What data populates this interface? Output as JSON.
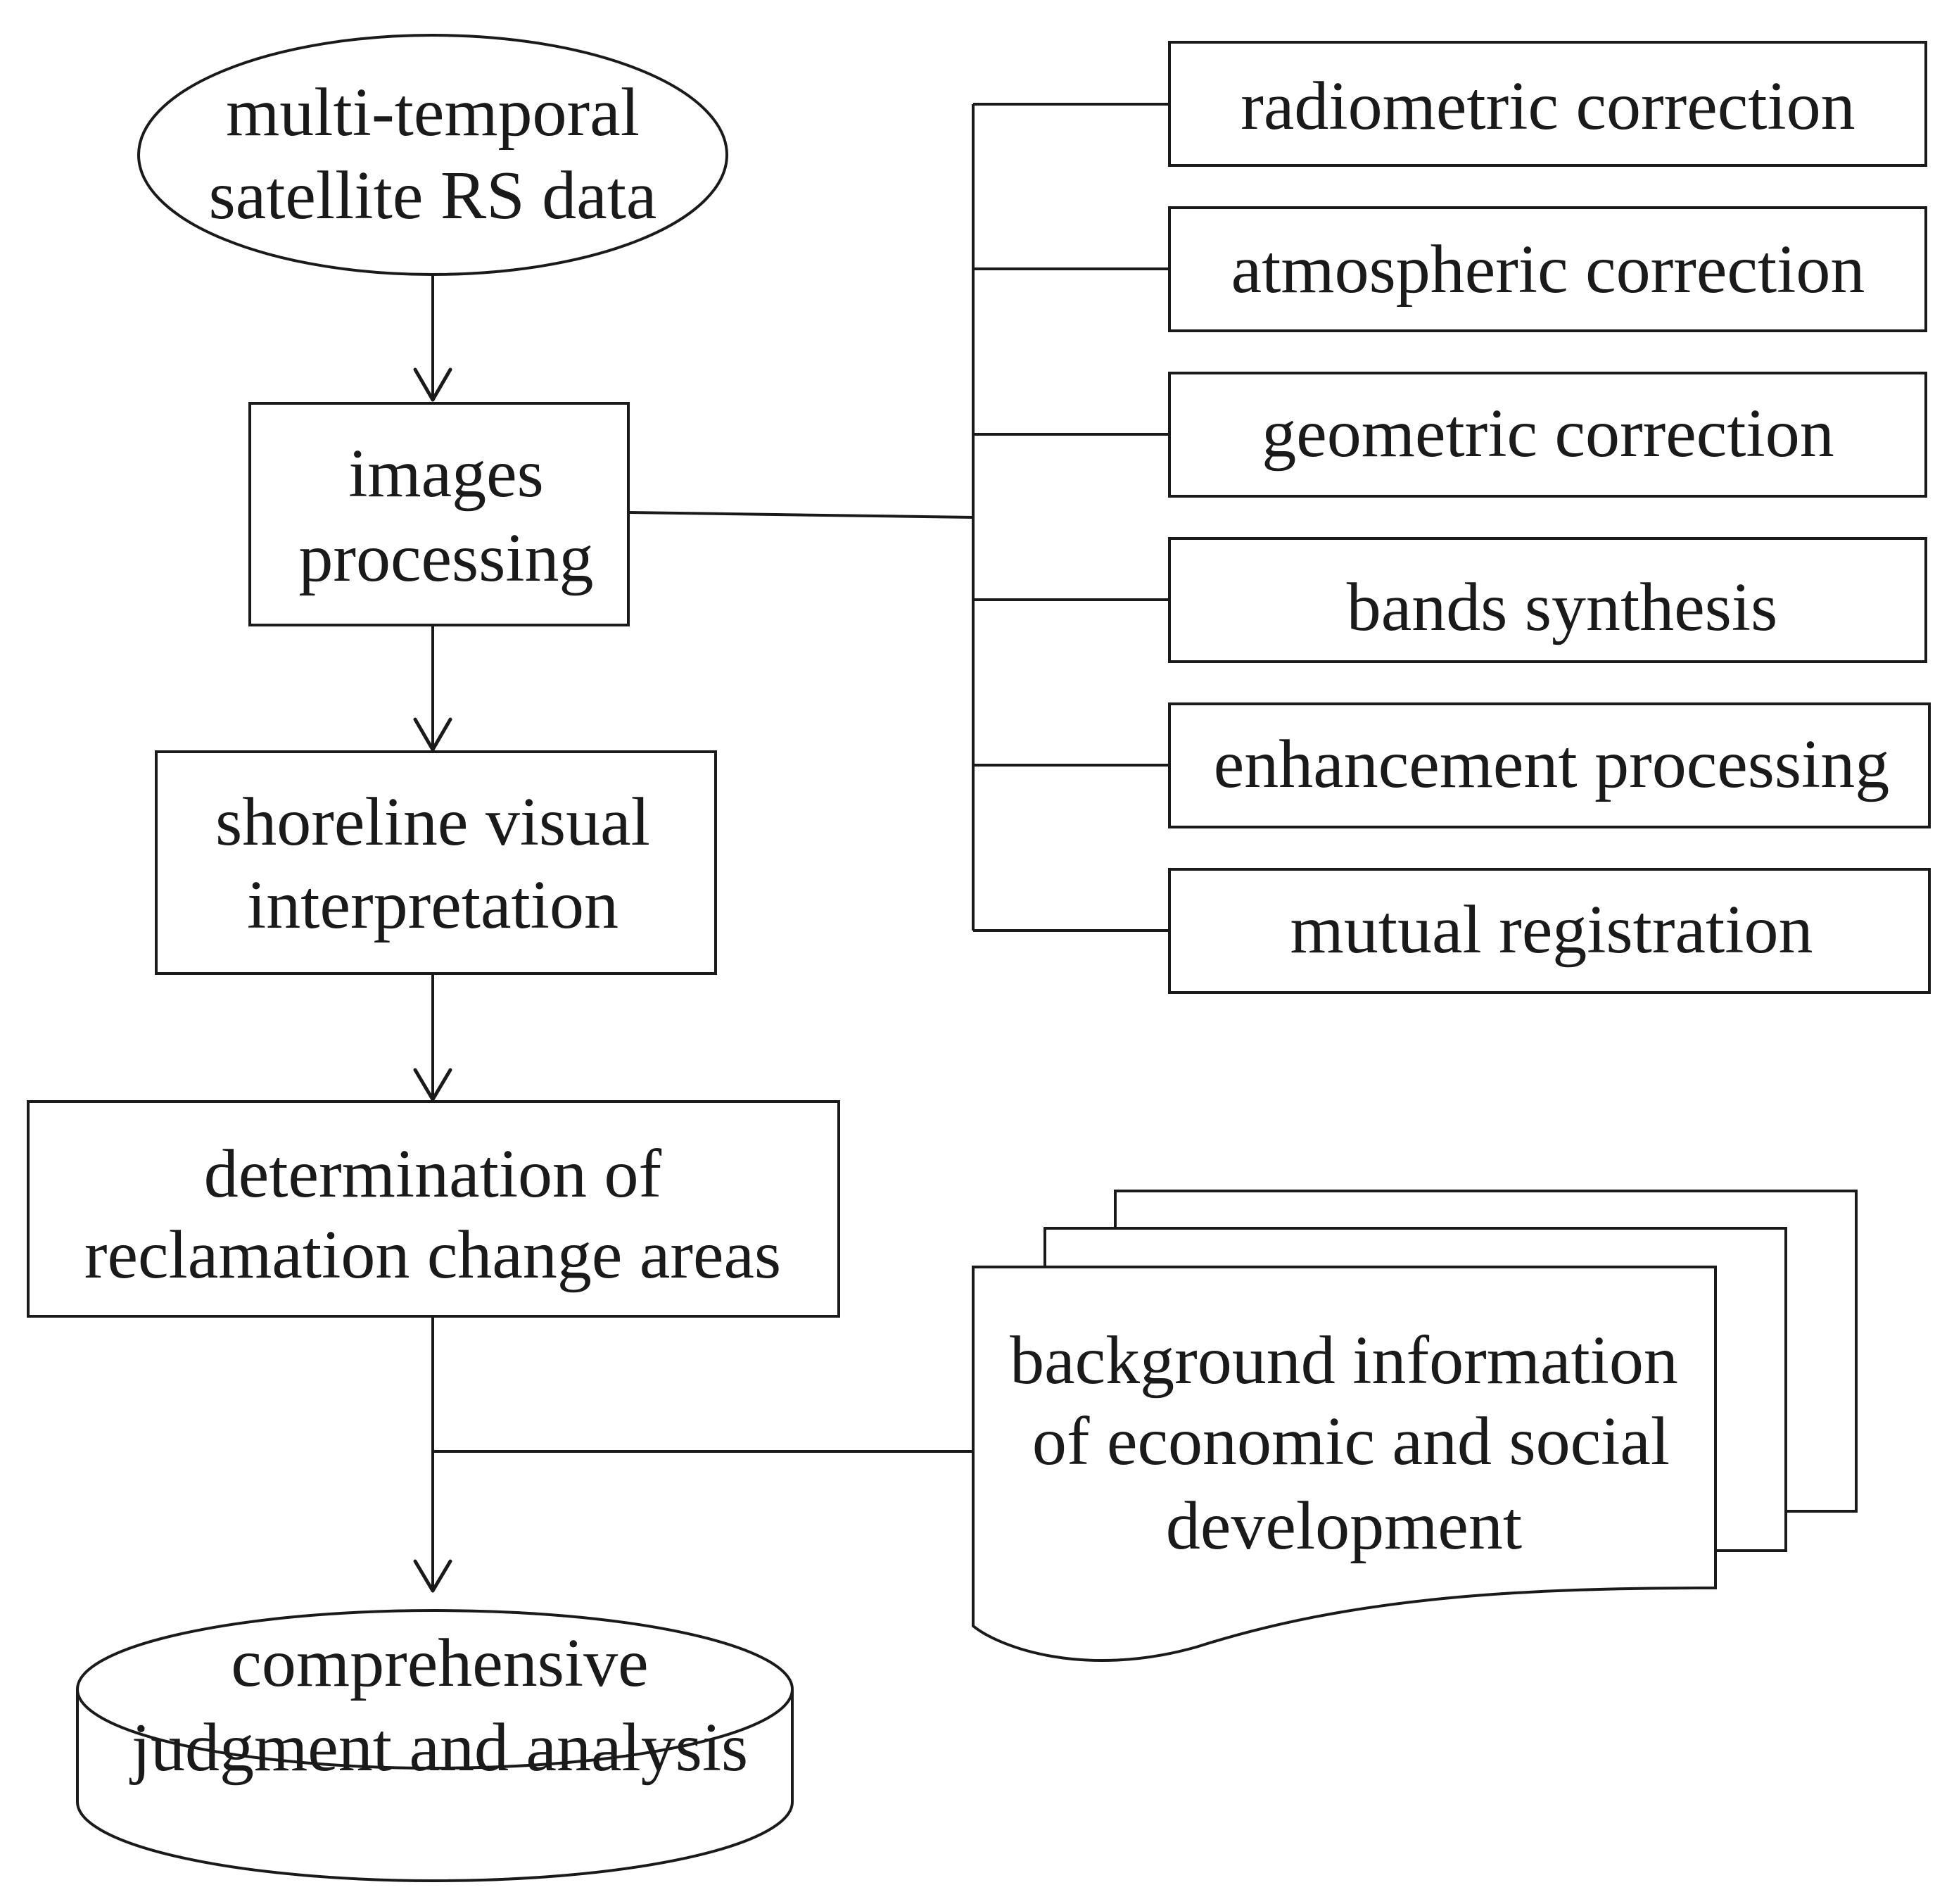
{
  "nodes": {
    "source": {
      "line1": "multi-temporal",
      "line2": "satellite RS data"
    },
    "processing": {
      "line1": "images",
      "line2": "processing"
    },
    "interpretation": {
      "line1": "shoreline visual",
      "line2": "interpretation"
    },
    "determination": {
      "line1": "determination of",
      "line2": "reclamation change areas"
    },
    "background": {
      "line1": "background information",
      "line2": "of economic and social",
      "line3": "development"
    },
    "analysis": {
      "line1": "comprehensive",
      "line2": "judgment and analysis"
    }
  },
  "processing_steps": [
    "radiometric correction",
    "atmospheric correction",
    "geometric correction",
    "bands synthesis",
    "enhancement processing",
    "mutual registration"
  ],
  "colors": {
    "stroke": "#1a1a1a",
    "fill": "#ffffff",
    "text": "#1a1a1a"
  }
}
